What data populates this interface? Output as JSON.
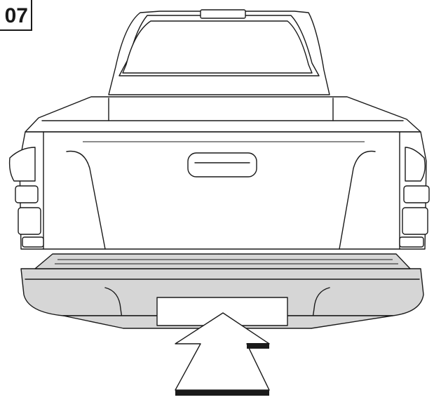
{
  "step": {
    "number": "07"
  },
  "illustration": {
    "subject": "truck-rear-view",
    "highlight_part": "rear-bumper",
    "indicator": "arrow-pointing-up",
    "colors": {
      "line": "#1a1a1a",
      "bumper_fill": "#d6d6d6",
      "background": "#ffffff"
    }
  }
}
